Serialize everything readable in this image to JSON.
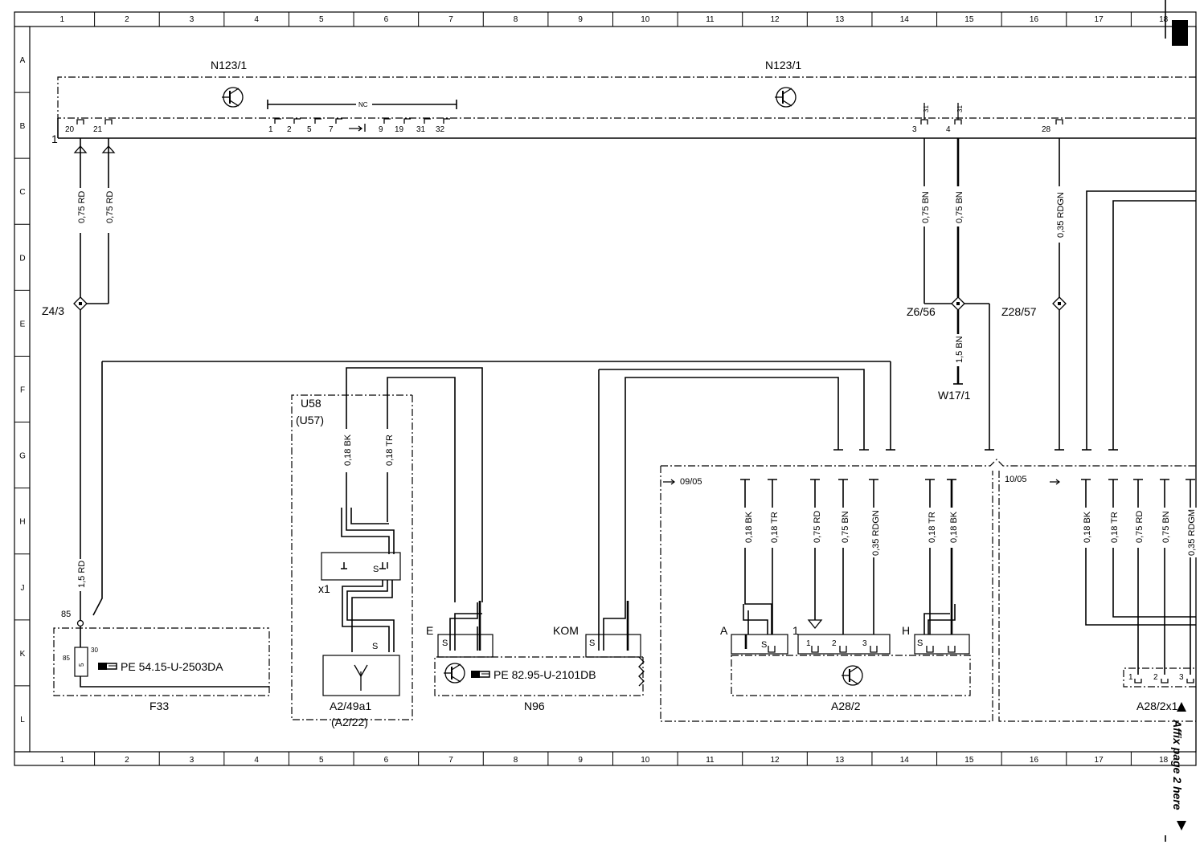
{
  "grid": {
    "columns": [
      "1",
      "2",
      "3",
      "4",
      "5",
      "6",
      "7",
      "8",
      "9",
      "10",
      "11",
      "12",
      "13",
      "14",
      "15",
      "16",
      "17",
      "18"
    ],
    "rows": [
      "A",
      "B",
      "C",
      "D",
      "E",
      "F",
      "G",
      "H",
      "J",
      "K",
      "L"
    ]
  },
  "components": {
    "n123_left": "N123/1",
    "n123_right": "N123/1",
    "nc": "NC",
    "pin_row_marker": "1",
    "z4": "Z4/3",
    "z6": "Z6/56",
    "z28": "Z28/57",
    "w17": "W17/1",
    "u58": "U58",
    "u57": "(U57)",
    "x1": "x1",
    "a2_49": "A2/49a1",
    "a2_22": "(A2/22)",
    "f33": "F33",
    "n96": "N96",
    "a28_2": "A28/2",
    "a28_2x1": "A28/2x1",
    "ref_f33": "PE 54.15-U-2503DA",
    "ref_n96": "PE 82.95-U-2101DB",
    "label_e": "E",
    "label_kom": "KOM",
    "label_a": "A",
    "label_h": "H",
    "label_1": "1",
    "label_85": "85",
    "s": "S",
    "sec_0905": "09/05",
    "sec_1005": "10/05",
    "affix": "Affix page 2 here"
  },
  "pins_n123": {
    "p20": "20",
    "p21": "21",
    "p1": "1",
    "p2": "2",
    "p5": "5",
    "p7": "7",
    "p9": "9",
    "p19": "19",
    "p31": "31",
    "p32": "32",
    "p3": "3",
    "p4": "4",
    "p28": "28",
    "top31a": "31",
    "top31b": "31"
  },
  "pins_f33": {
    "a": "85",
    "b": "30",
    "c": "5"
  },
  "pins_a28": {
    "p1": "1",
    "p2": "2",
    "p3": "3"
  },
  "pins_x1": {
    "p1": "1",
    "p2": "2",
    "p3": "3"
  },
  "wires": {
    "w_075rd_a": "0,75 RD",
    "w_075rd_b": "0,75 RD",
    "w_075bn_a": "0,75 BN",
    "w_075bn_b": "0,75 BN",
    "w_035rdgn": "0,35 RDGN",
    "w_15bn": "1,5 BN",
    "w_15rd": "1,5 RD",
    "w_018bk_u58": "0,18 BK",
    "w_018tr_u58": "0,18 TR",
    "w_018bk_a": "0,18 BK",
    "w_018tr_a": "0,18 TR",
    "w_075rd_c": "0,75 RD",
    "w_075bn_c": "0,75 BN",
    "w_035rdgn_c": "0,35 RDGN",
    "w_018tr_b": "0,18 TR",
    "w_018bk_b": "0,18 BK",
    "w_018bk_c": "0,18 BK",
    "w_018tr_c": "0,18 TR",
    "w_075rd_d": "0,75 RD",
    "w_075bn_d": "0,75 BN",
    "w_035rdgn_d": "0,35 RDGM"
  }
}
